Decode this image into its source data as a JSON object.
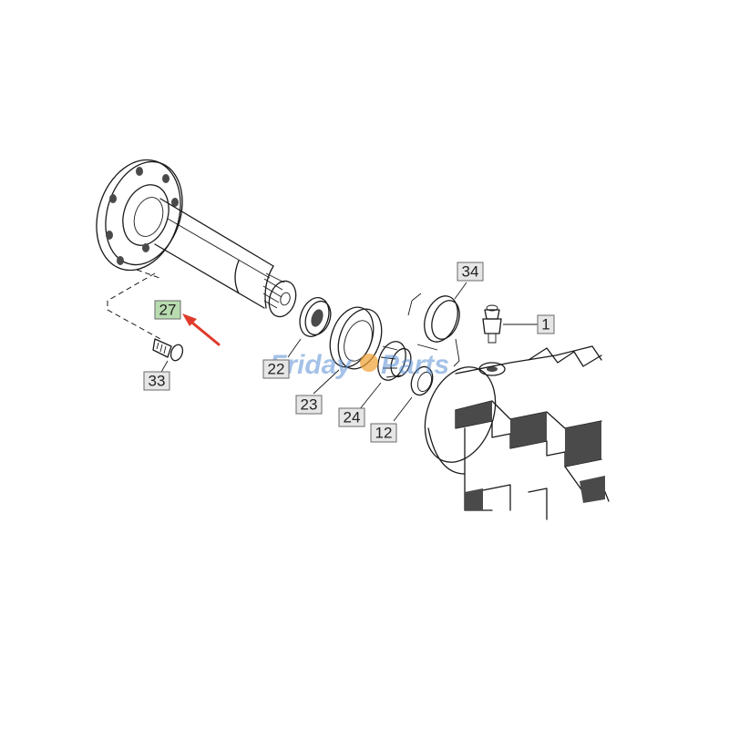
{
  "diagram": {
    "parts": [
      {
        "key": "p27",
        "label": "27",
        "highlight": true
      },
      {
        "key": "p33",
        "label": "33",
        "highlight": false
      },
      {
        "key": "p22",
        "label": "22",
        "highlight": false
      },
      {
        "key": "p23",
        "label": "23",
        "highlight": false
      },
      {
        "key": "p24",
        "label": "24",
        "highlight": false
      },
      {
        "key": "p12",
        "label": "12",
        "highlight": false
      },
      {
        "key": "p34",
        "label": "34",
        "highlight": false
      },
      {
        "key": "p1",
        "label": "1",
        "highlight": false
      }
    ],
    "watermark": {
      "word1": "Friday",
      "word2": "Parts"
    },
    "colors": {
      "highlight_fill": "#b8dcb0",
      "label_fill": "#e6e6e6",
      "arrow": "#e03a2a",
      "watermark_blue": "#5b8fd4",
      "watermark_orange": "#f0a030"
    }
  }
}
